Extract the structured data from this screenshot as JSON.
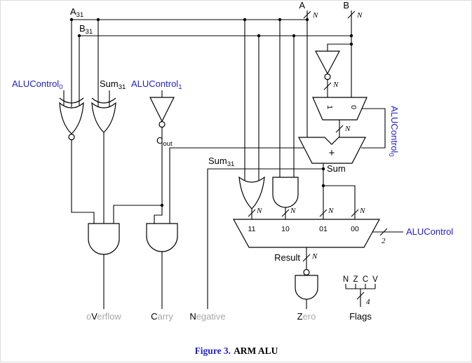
{
  "labels": {
    "a": "A",
    "b": "B",
    "a31": {
      "base": "A",
      "sub": "31"
    },
    "b31": {
      "base": "B",
      "sub": "31"
    },
    "alucontrol0": {
      "base": "ALUControl",
      "sub": "0"
    },
    "alucontrol1": {
      "base": "ALUControl",
      "sub": "1"
    },
    "sum31": {
      "base": "Sum",
      "sub": "31"
    },
    "cout": {
      "base": "C",
      "sub": "out"
    },
    "sum": "Sum",
    "plus": "+",
    "mux2": {
      "one": "1",
      "zero": "0"
    },
    "mux4": {
      "p11": "11",
      "p10": "10",
      "p01": "01",
      "p00": "00"
    },
    "alucontrol": "ALUControl",
    "result": "Result",
    "n": "N",
    "two": "2",
    "four": "4",
    "flag_bits": [
      "N",
      "Z",
      "C",
      "V"
    ],
    "flags": "Flags",
    "outputs": {
      "overflow": {
        "pre": "o",
        "cap": "V",
        "rest": "erflow"
      },
      "carry": {
        "pre": "",
        "cap": "C",
        "rest": "arry"
      },
      "negative": {
        "pre": "",
        "cap": "N",
        "rest": "egative"
      },
      "zero": {
        "pre": "",
        "cap": "Z",
        "rest": "ero"
      }
    },
    "caption": {
      "fig": "Figure 3.",
      "title": "ARM ALU"
    }
  },
  "colors": {
    "control": "#2222cc",
    "wire": "#000000",
    "muted": "#a8a8a8"
  }
}
